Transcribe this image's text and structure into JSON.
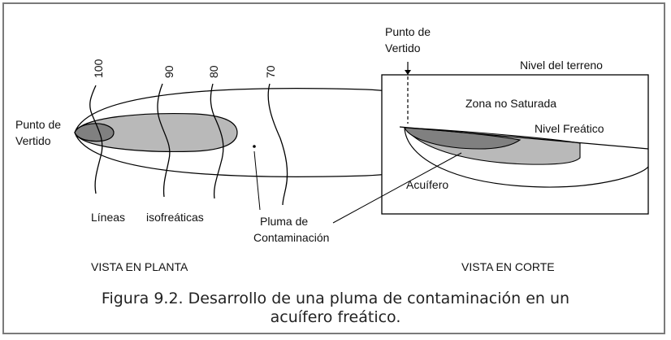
{
  "plan": {
    "contour_labels": [
      "100",
      "90",
      "80",
      "70"
    ],
    "discharge_point": [
      "Punto de",
      "Vertido"
    ],
    "lines_word_1": "Líneas",
    "lines_word_2": "isofreáticas",
    "plume": [
      "Pluma de",
      "Contaminación"
    ],
    "view_title": "VISTA EN PLANTA"
  },
  "section": {
    "discharge_point": [
      "Punto de",
      "Vertido"
    ],
    "ground_level": "Nivel del terreno",
    "unsaturated_zone": "Zona no Saturada",
    "water_table": "Nivel Freático",
    "aquifer": "Acuífero",
    "view_title": "VISTA EN CORTE"
  },
  "caption": {
    "line1": "Figura 9.2. Desarrollo de una pluma de contaminación en un",
    "line2": "acuífero freático."
  },
  "colors": {
    "plume_light": "#b9b9b9",
    "plume_dark": "#808080",
    "stroke": "#000000"
  }
}
